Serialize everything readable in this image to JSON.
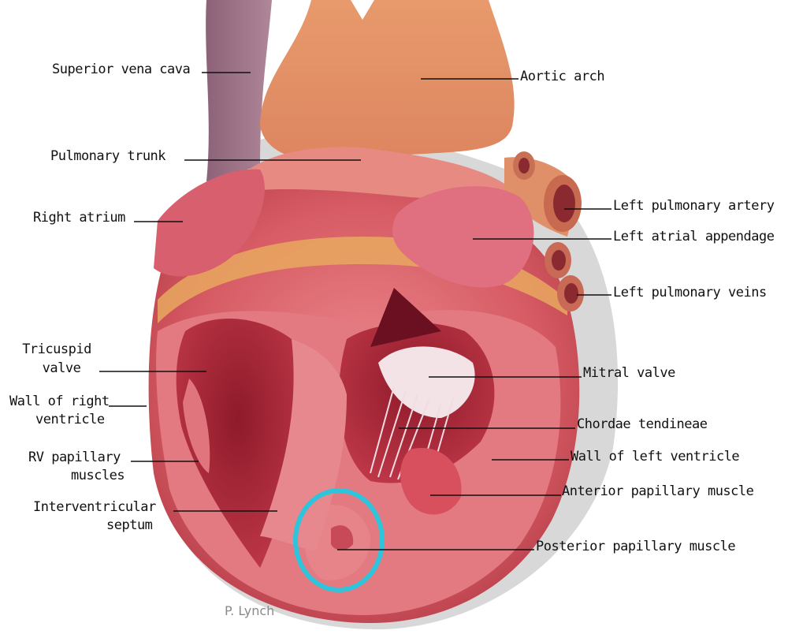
{
  "figure": {
    "labels": {
      "superior_vena_cava": "Superior vena cava",
      "aortic_arch": "Aortic arch",
      "pulmonary_trunk": "Pulmonary trunk",
      "right_atrium": "Right atrium",
      "left_pulmonary_artery": "Left pulmonary artery",
      "left_atrial_appendage": "Left atrial appendage",
      "left_pulmonary_veins": "Left pulmonary veins",
      "tricuspid_valve_1": "Tricuspid",
      "tricuspid_valve_2": "valve",
      "wall_right_ventricle_1": "Wall of right",
      "wall_right_ventricle_2": "ventricle",
      "rv_papillary_1": "RV papillary",
      "rv_papillary_2": "muscles",
      "interventricular_1": "Interventricular",
      "interventricular_2": "septum",
      "mitral_valve": "Mitral valve",
      "chordae_tendineae": "Chordae tendineae",
      "wall_left_ventricle": "Wall of left ventricle",
      "anterior_papillary": "Anterior papillary muscle",
      "posterior_papillary": "Posterior papillary muscle"
    },
    "signature": "P. Lynch",
    "colors": {
      "muscle": "#d85a63",
      "muscle_dark": "#a72e3c",
      "vessel": "#e7a070",
      "svc": "#a07588",
      "highlight": "#2ec4dc",
      "leader": "#111111"
    }
  }
}
